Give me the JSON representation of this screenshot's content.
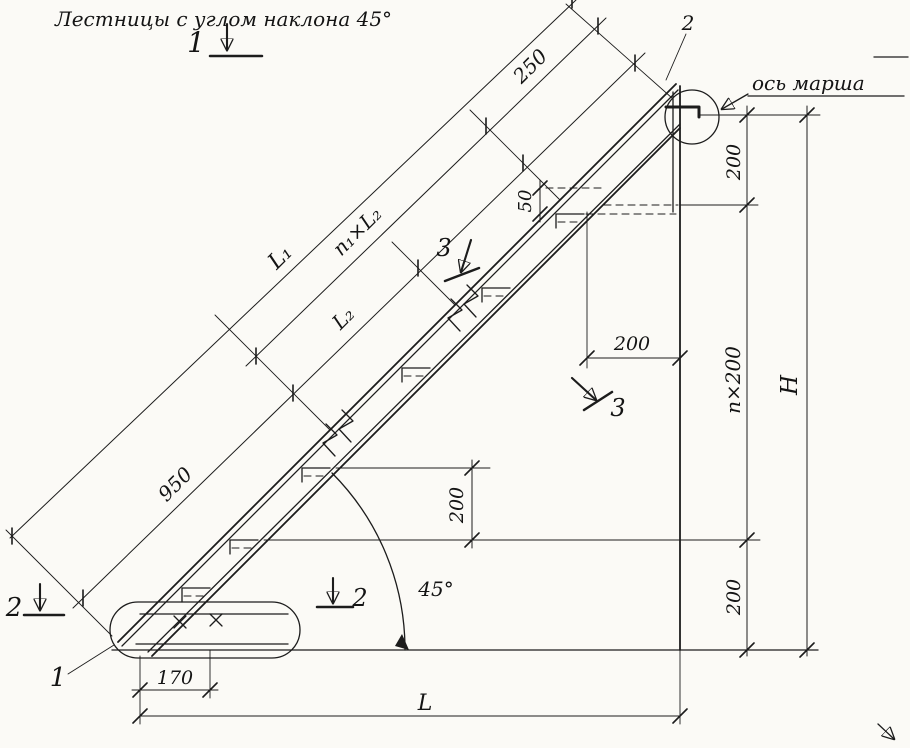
{
  "title": "Лестницы с углом наклона 45°",
  "annotations": {
    "axis_of_flight": "ось марша",
    "angle": "45°"
  },
  "section_marks": {
    "sec1_top": "1",
    "sec2_left": "2",
    "sec2_mid": "2",
    "sec2_top": "2",
    "sec1_bottom": "1",
    "sec3_upper": "3",
    "sec3_lower": "3"
  },
  "dimensions": {
    "incline_total": "L₁",
    "incline_modules": "n₁×L₂",
    "incline_module": "L₂",
    "incline_bottom": "950",
    "incline_top": "250",
    "riser_top": "50",
    "height_top": "200",
    "height_modules": "n×200",
    "height_bottom": "200",
    "tread_depth": "200",
    "riser_mid": "200",
    "total_height": "H",
    "base_offset": "170",
    "total_length": "L"
  },
  "colors": {
    "ink": "#1c1c1c",
    "paper": "#fbfaf6"
  }
}
